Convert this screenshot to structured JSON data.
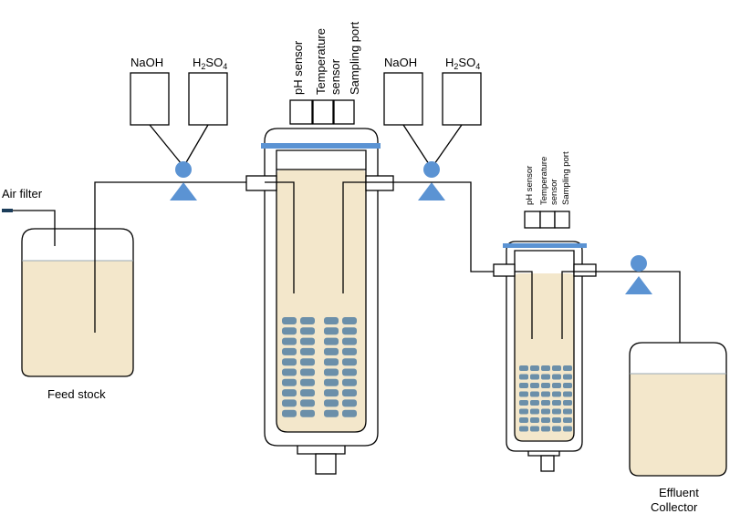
{
  "labels": {
    "air_filter": "Air filter",
    "feed_stock": "Feed stock",
    "effluent_line1": "Effluent",
    "effluent_line2": "Collector",
    "naoh": "NaOH",
    "h2so4_h": "H",
    "h2so4_2": "2",
    "h2so4_so": "SO",
    "h2so4_4": "4",
    "ph_sensor": "pH sensor",
    "temp_line1": "Temperature",
    "temp_line2": "sensor",
    "sampling_port": "Sampling port"
  },
  "colors": {
    "liquid": "#f3e7cb",
    "bead": "#6b8fa9",
    "pump": "#5b93d3",
    "plate": "#5b93d3",
    "outline": "#000000"
  },
  "icons": {
    "pump": "peristaltic-pump-icon",
    "filter": "air-filter-icon"
  }
}
